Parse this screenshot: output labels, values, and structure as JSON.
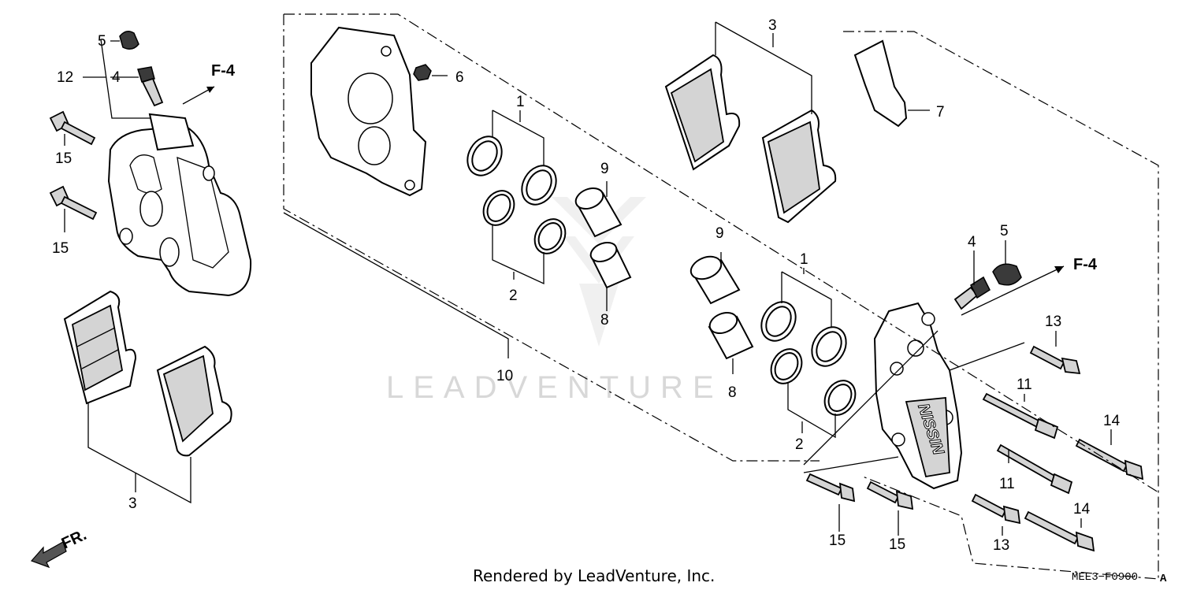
{
  "labels": {
    "l1a": "1",
    "l1b": "1",
    "l2a": "2",
    "l2b": "2",
    "l3a": "3",
    "l3b": "3",
    "l4a": "4",
    "l4b": "4",
    "l5a": "5",
    "l5b": "5",
    "l6": "6",
    "l7": "7",
    "l8a": "8",
    "l8b": "8",
    "l9a": "9",
    "l9b": "9",
    "l10": "10",
    "l11a": "11",
    "l11b": "11",
    "l12": "12",
    "l13a": "13",
    "l13b": "13",
    "l14a": "14",
    "l14b": "14",
    "l15a": "15",
    "l15b": "15",
    "l15c": "15",
    "l15d": "15"
  },
  "refs": {
    "f4_left": "F-4",
    "f4_right": "F-4",
    "front": "FR."
  },
  "watermark": "LEADVENTURE",
  "caliper_brand": "NISSIN",
  "footer": {
    "rendered_by": "Rendered by LeadVenture, Inc.",
    "diagram_code": "MEE3−F0900",
    "diagram_suffix": "A"
  }
}
